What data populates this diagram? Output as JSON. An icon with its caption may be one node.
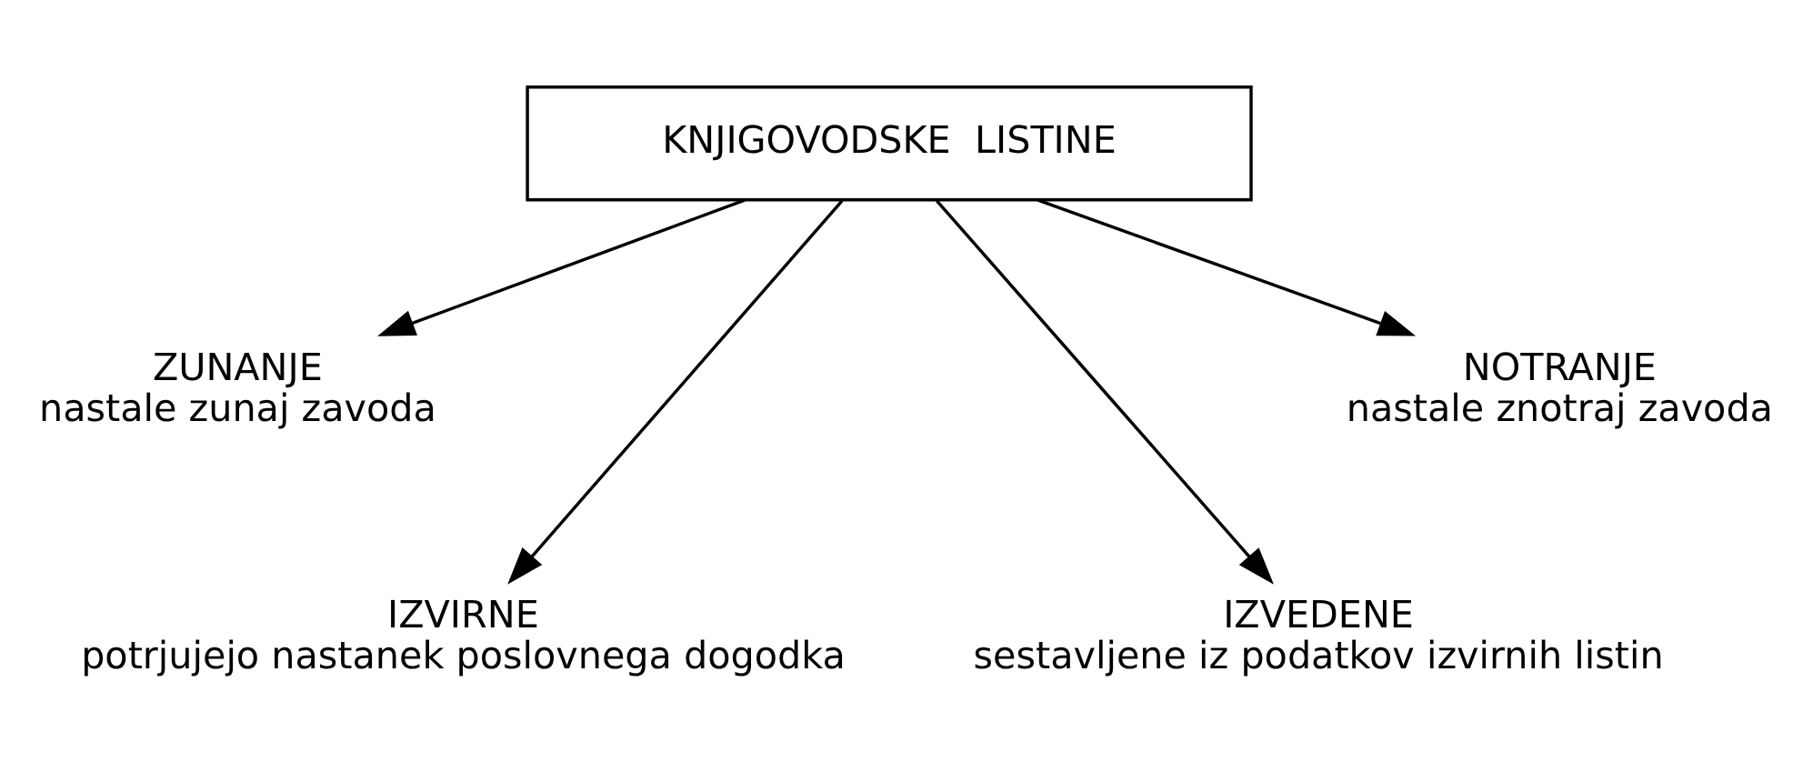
{
  "diagram": {
    "nodes": [
      {
        "text": [
          "KNJIGOVODSKE  LISTINE"
        ]
      },
      {
        "text": [
          "ZUNANJE",
          "nastale zunaj zavoda"
        ]
      },
      {
        "text": [
          "NOTRANJE",
          "nastale znotraj zavoda"
        ]
      },
      {
        "text": [
          "IZVIRNE",
          "potrjujejo nastanek poslovnega dogodka"
        ]
      },
      {
        "text": [
          "IZVEDENE",
          "sestavljene iz podatkov izvirnih listin"
        ]
      }
    ],
    "edges": [
      {
        "from": 0,
        "to": 1,
        "arrow": "to"
      },
      {
        "from": 0,
        "to": 3,
        "arrow": "to"
      },
      {
        "from": 0,
        "to": 4,
        "arrow": "to"
      },
      {
        "from": 0,
        "to": 2,
        "arrow": "to"
      }
    ]
  }
}
